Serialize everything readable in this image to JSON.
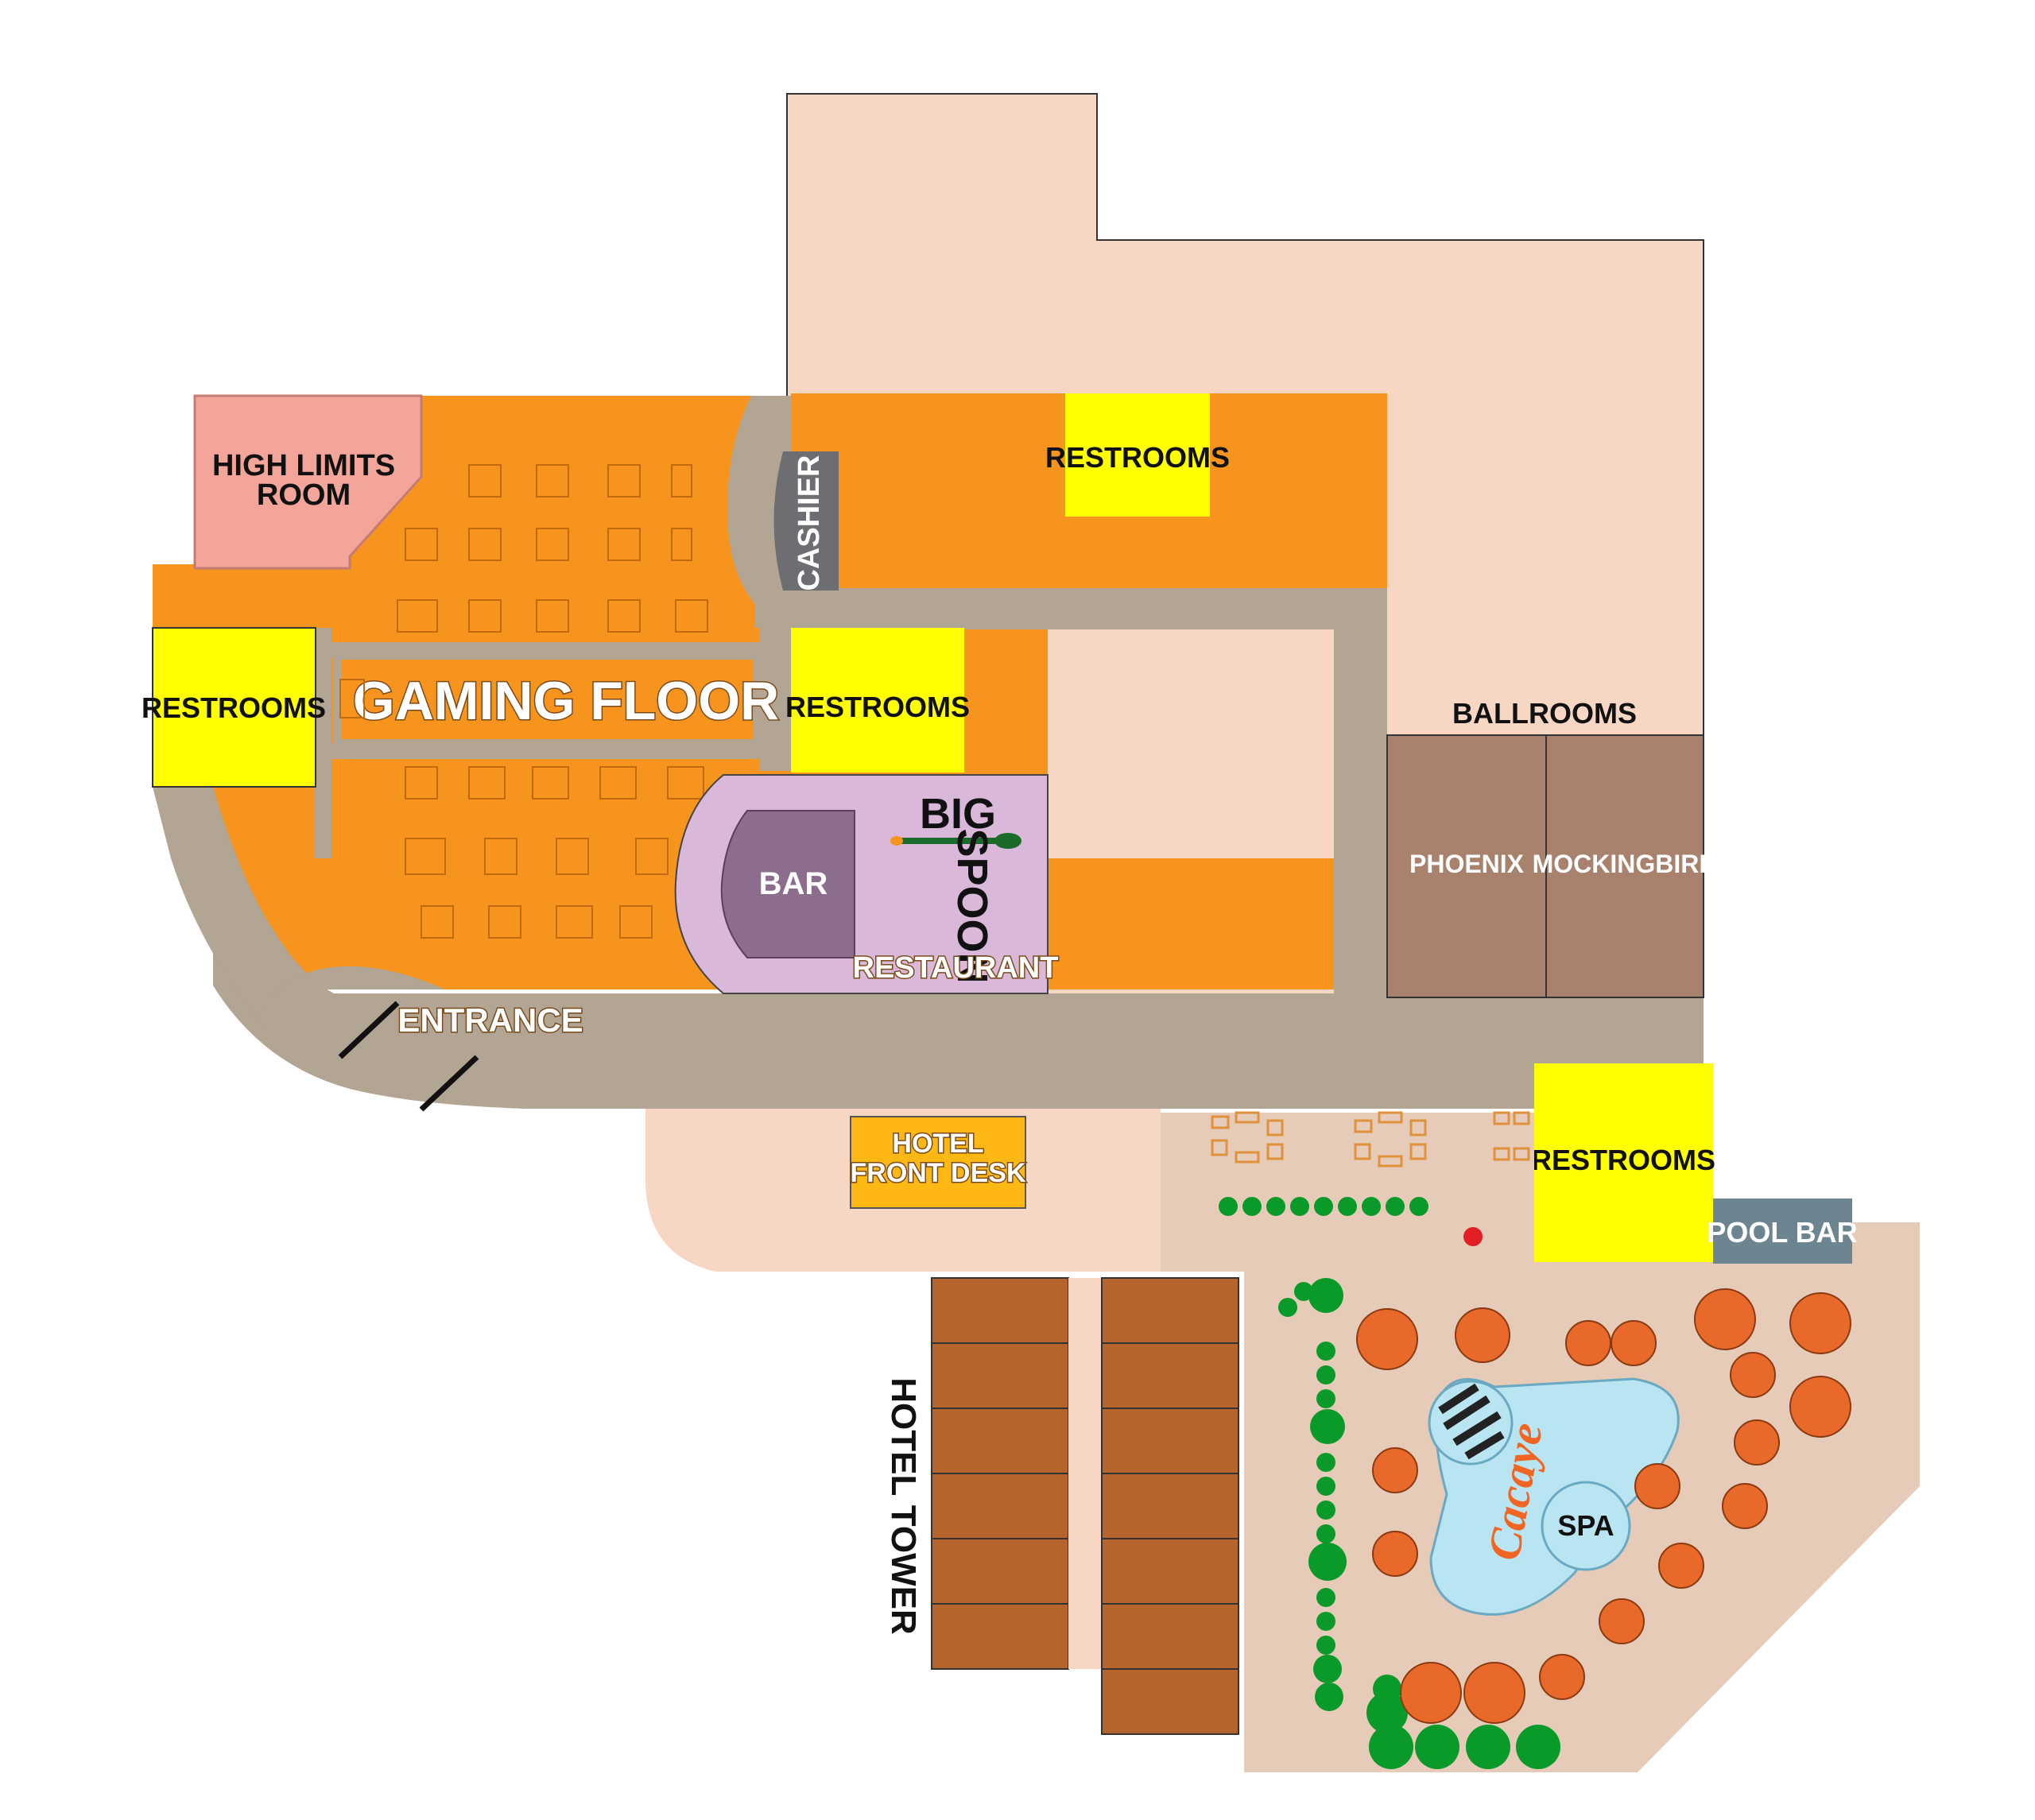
{
  "map": {
    "labels": {
      "high_limits_line1": "HIGH LIMITS",
      "high_limits_line2": "ROOM",
      "cashier": "CASHIER",
      "restrooms_top": "RESTROOMS",
      "restrooms_left": "RESTROOMS",
      "restrooms_mid": "RESTROOMS",
      "restrooms_pool": "RESTROOMS",
      "gaming_floor": "GAMING FLOOR",
      "ballrooms": "BALLROOMS",
      "phoenix": "PHOENIX",
      "mockingbird": "MOCKINGBIRD",
      "bar": "BAR",
      "big": "BIG",
      "spoon": "SPOON",
      "restaurant": "RESTAURANT",
      "entrance": "ENTRANCE",
      "hotel_front_desk_line1": "HOTEL",
      "hotel_front_desk_line2": "FRONT DESK",
      "pool_bar": "POOL BAR",
      "hotel_tower": "HOTEL TOWER",
      "spa": "SPA",
      "pool_logo": "Cacaye"
    },
    "colors": {
      "background": "#ffffff",
      "building_peach": "#f7d7c4",
      "gaming_orange": "#f7941d",
      "corridor_gray": "#b2a594",
      "restroom_yellow": "#ffff00",
      "high_limits_pink": "#f3a59a",
      "cashier_gray": "#6d6e71",
      "ballroom_brown": "#a8826c",
      "restaurant_lilac": "#d9b8d9",
      "bar_purple": "#8d6d8d",
      "front_desk_gold": "#fdb813",
      "pool_bar_slate": "#6d8591",
      "tower_rust": "#b5642c",
      "pool_deck": "#e6cbb8",
      "pool_water": "#b9e4f2",
      "tree_green": "#0a9a2a",
      "umbrella_orange": "#e8692a"
    }
  }
}
